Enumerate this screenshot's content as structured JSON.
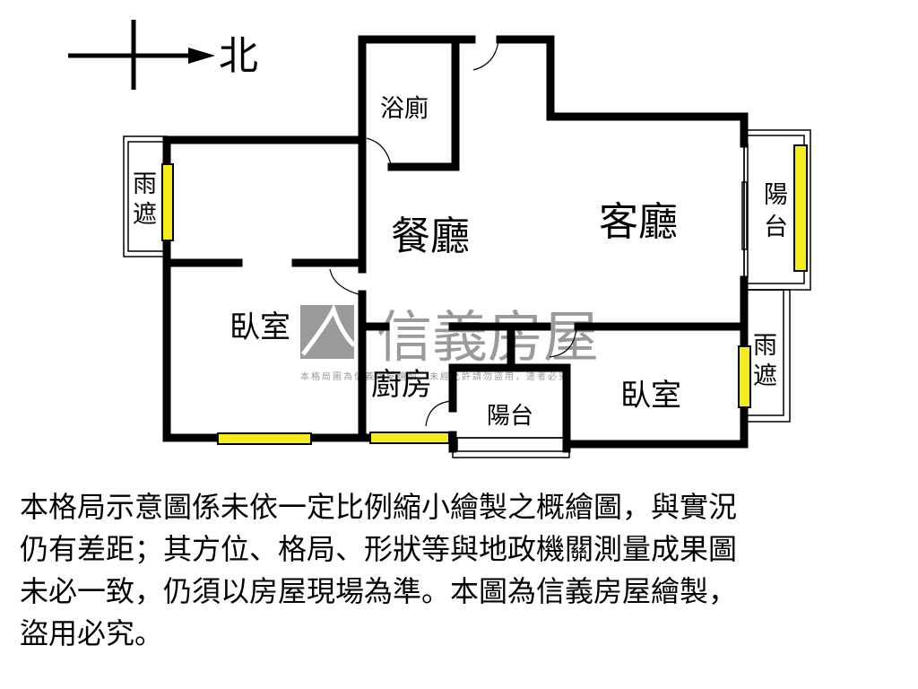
{
  "compass": {
    "direction_label": "北"
  },
  "rooms": {
    "bathroom": "浴廁",
    "dining": "餐廳",
    "living": "客廳",
    "bedroom_left": "臥室",
    "bedroom_right": "臥室",
    "kitchen": "廚房",
    "balcony_east_line1": "陽",
    "balcony_east_line2": "台",
    "balcony_small": "陽台",
    "rain_cover_left_line1": "雨",
    "rain_cover_left_line2": "遮",
    "rain_cover_right_line1": "雨",
    "rain_cover_right_line2": "遮"
  },
  "watermark": {
    "brand": "信義房屋",
    "notice": "本格局圖為信義房屋繪製，未經允許請勿盜用，違者必究"
  },
  "colors": {
    "wall": "#000000",
    "window": "#f5ec1e",
    "watermark": "#9a9a9a"
  },
  "disclaimer": {
    "lines": [
      "本格局示意圖係未依一定比例縮小繪製之概繪圖，與實況",
      "仍有差距；其方位、格局、形狀等與地政機關測量成果圖",
      "未必一致，仍須以房屋現場為準。本圖為信義房屋繪製，",
      "盜用必究。"
    ]
  }
}
